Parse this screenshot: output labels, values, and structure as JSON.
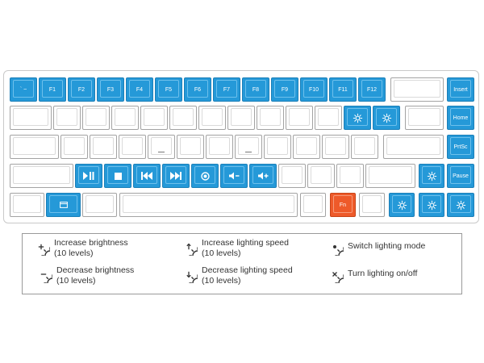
{
  "keyboard": {
    "row1": {
      "tilde": "` ~",
      "f1": "F1",
      "f2": "F2",
      "f3": "F3",
      "f4": "F4",
      "f5": "F5",
      "f6": "F6",
      "f7": "F7",
      "f8": "F8",
      "f9": "F9",
      "f10": "F10",
      "f11": "F11",
      "f12": "F12",
      "insert": "Insert"
    },
    "home": "Home",
    "prtsc": "PrtSc",
    "pause": "Pause",
    "fn": "Fn",
    "colors": {
      "function_key": "#2599d8",
      "fn_key": "#ee5a2a"
    },
    "icons": {
      "play_pause": "play-pause-icon",
      "stop": "stop-icon",
      "previous": "previous-track-icon",
      "next": "next-track-icon",
      "mute": "mute-icon",
      "volume_down": "volume-down-icon",
      "volume_up": "volume-up-icon",
      "lighting": "gear-light-icon",
      "lock": "window-lock-icon"
    }
  },
  "legend": {
    "increase_brightness": {
      "title": "Increase brightness",
      "sub": "(10 levels)"
    },
    "decrease_brightness": {
      "title": "Decrease brightness",
      "sub": "(10 levels)"
    },
    "increase_speed": {
      "title": "Increase lighting speed",
      "sub": "(10 levels)"
    },
    "decrease_speed": {
      "title": "Decrease lighting speed",
      "sub": "(10 levels)"
    },
    "switch_mode": {
      "title": "Switch lighting mode"
    },
    "toggle": {
      "title": "Turn lighting on/off"
    }
  }
}
